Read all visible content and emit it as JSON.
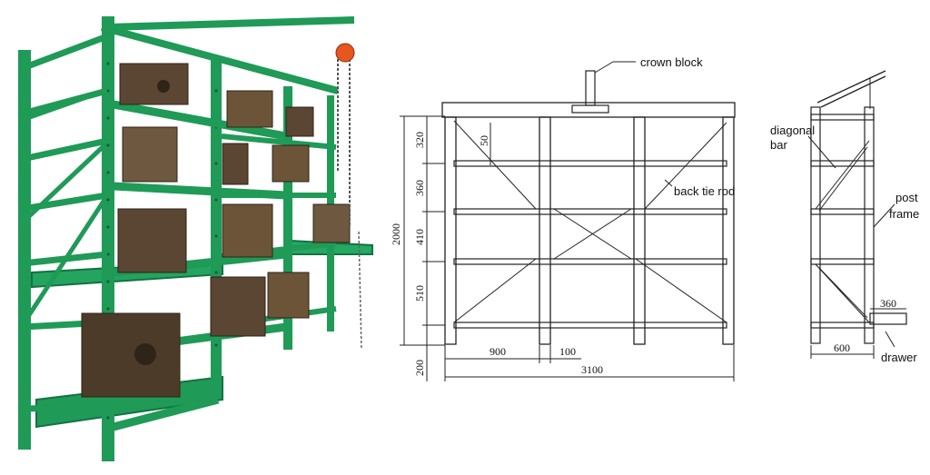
{
  "labels": {
    "crown_block": "crown block",
    "diagonal_bar_1": "diagonal",
    "diagonal_bar_2": "bar",
    "back_tie_rod": "back tie rod",
    "post_frame_1": "post",
    "post_frame_2": "frame",
    "drawer": "drawer"
  },
  "dimensions": {
    "total_height": "2000",
    "h1": "320",
    "h2": "360",
    "h3": "410",
    "h4": "510",
    "base": "200",
    "brace": "50",
    "bay_width": "900",
    "post_width": "100",
    "total_width": "3100",
    "depth": "600",
    "drawer_ext": "360"
  },
  "colors": {
    "rack_green": "#1f9a57",
    "rack_dark": "#137244",
    "mold_brown": "#5a4632",
    "hoist_orange": "#e8561f"
  }
}
